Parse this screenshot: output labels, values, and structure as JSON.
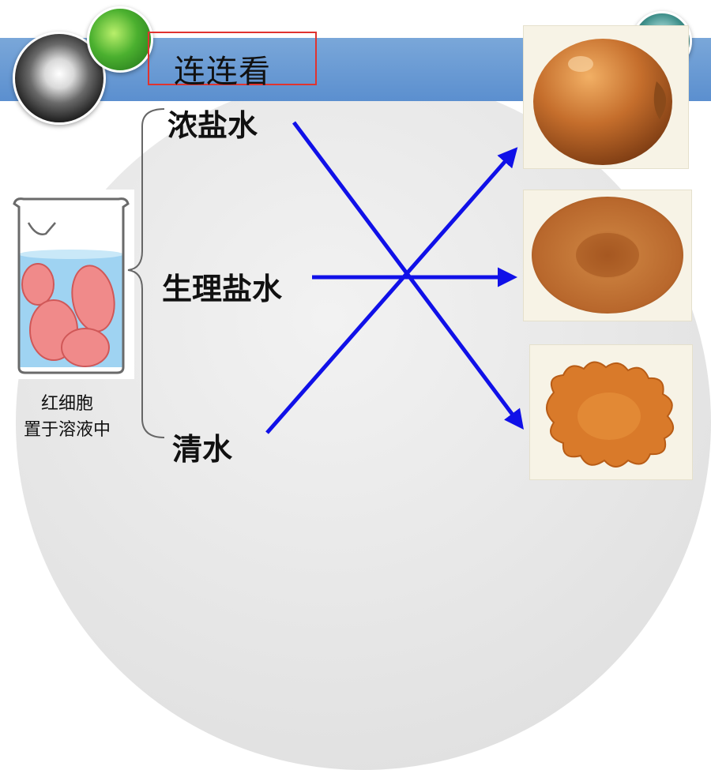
{
  "title": "连连看",
  "solutions": {
    "concentrated_salt": "浓盐水",
    "saline": "生理盐水",
    "fresh_water": "清水"
  },
  "caption": {
    "line1": "红细胞",
    "line2": "置于溶液中"
  },
  "colors": {
    "arrow": "#1010e8",
    "band": "#5b8fcf",
    "title_box_border": "#e0332f",
    "cell": "#b9622a"
  },
  "cells": [
    "swollen-cell",
    "normal-cell",
    "shrunken-cell"
  ],
  "matches": [
    {
      "from": "浓盐水",
      "to": "shrunken-cell"
    },
    {
      "from": "生理盐水",
      "to": "normal-cell"
    },
    {
      "from": "清水",
      "to": "swollen-cell"
    }
  ]
}
